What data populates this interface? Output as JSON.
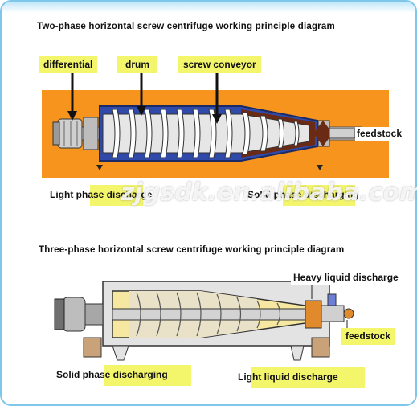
{
  "diagram1": {
    "title": "Two-phase horizontal screw centrifuge working principle diagram",
    "labels": {
      "differential": "differential",
      "drum": "drum",
      "screw_conveyor": "screw conveyor",
      "feedstock": "feedstock",
      "light_phase_discharge": "Light phase discharge",
      "solid_phase_discharging": "Solid phase discharging"
    }
  },
  "diagram2": {
    "title": "Three-phase horizontal screw centrifuge working principle diagram",
    "labels": {
      "heavy_liquid_discharge": "Heavy liquid discharge",
      "feedstock": "feedstock",
      "solid_phase_discharging": "Solid phase discharging",
      "light_liquid_discharge": "Light liquid discharge"
    }
  },
  "watermark": "zjgsdk.en.alibaba.com",
  "colors": {
    "orange_casing": "#f7941d",
    "label_highlight": "#f3f56b",
    "drum_blue": "#2f4aa8",
    "solids_brown": "#6b2a14",
    "frame_border": "#7fc7ea"
  }
}
